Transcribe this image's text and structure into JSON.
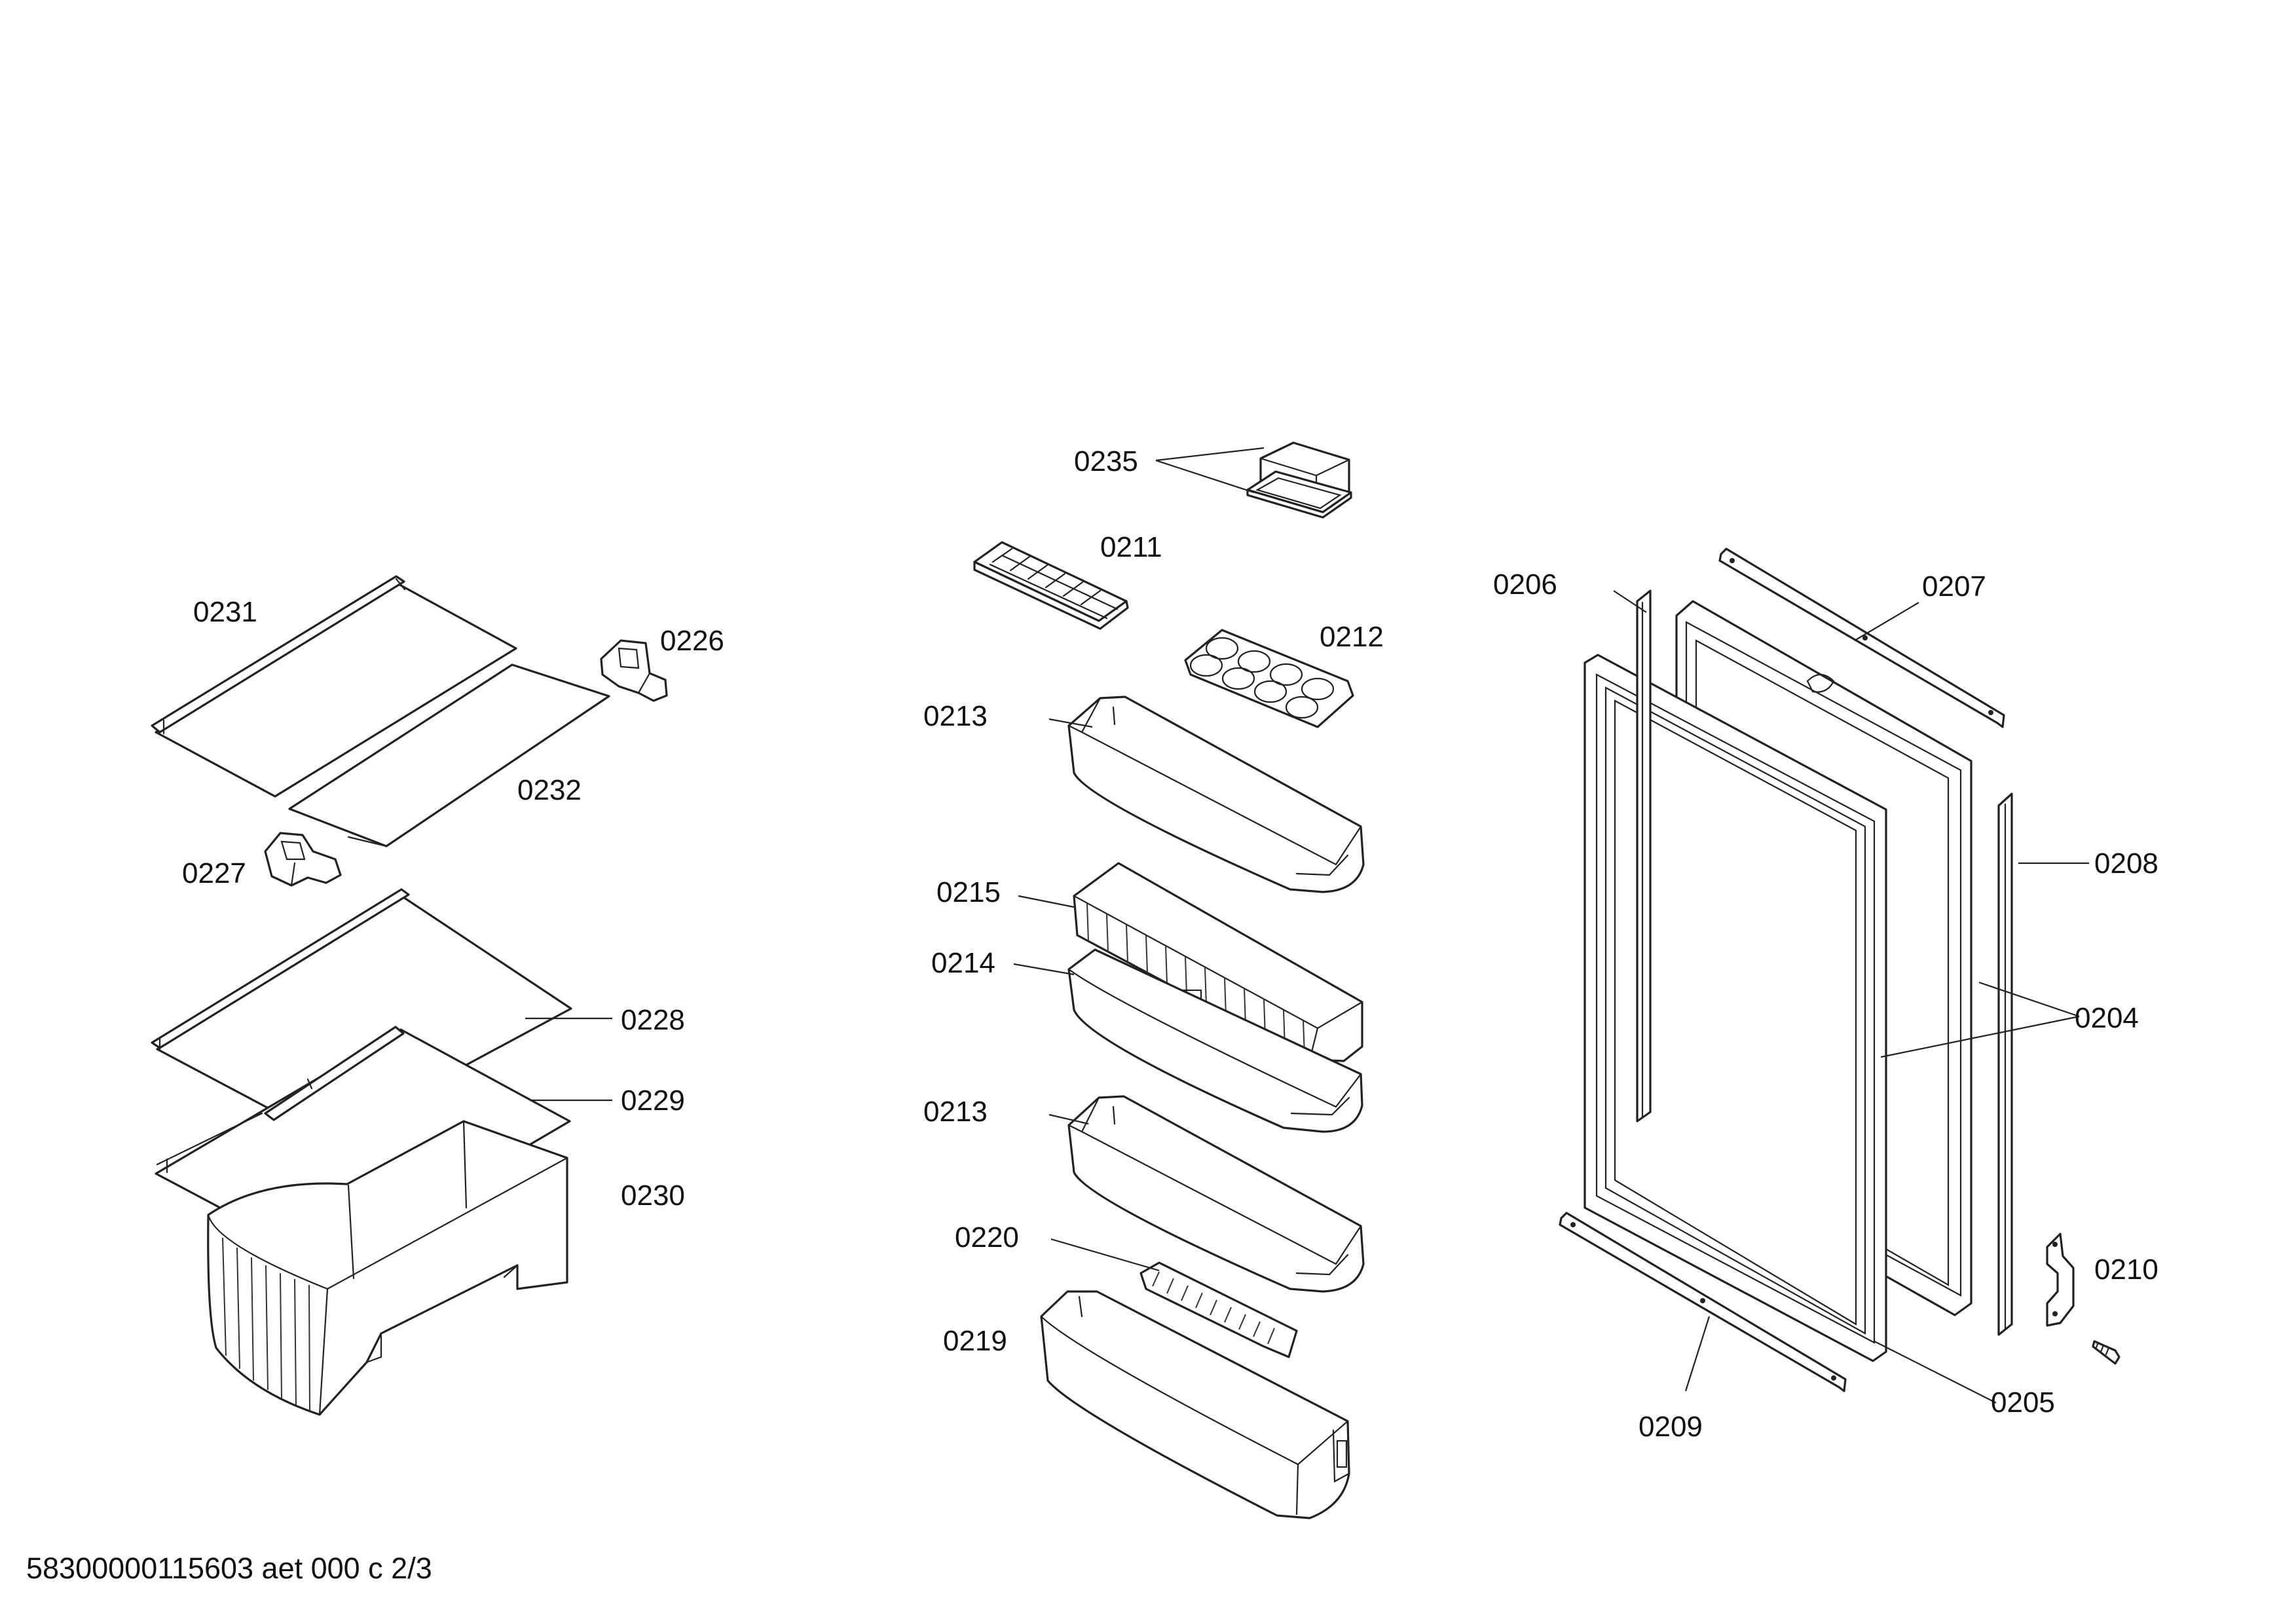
{
  "footer": {
    "document_code": "58300000115603 aet 000 c 2/3"
  },
  "labels": {
    "p0204": "0204",
    "p0205": "0205",
    "p0206": "0206",
    "p0207": "0207",
    "p0208": "0208",
    "p0209": "0209",
    "p0210": "0210",
    "p0211": "0211",
    "p0212": "0212",
    "p0213a": "0213",
    "p0213b": "0213",
    "p0214": "0214",
    "p0215": "0215",
    "p0219": "0219",
    "p0220": "0220",
    "p0226": "0226",
    "p0227": "0227",
    "p0228": "0228",
    "p0229": "0229",
    "p0230": "0230",
    "p0231": "0231",
    "p0232": "0232",
    "p0235": "0235"
  }
}
